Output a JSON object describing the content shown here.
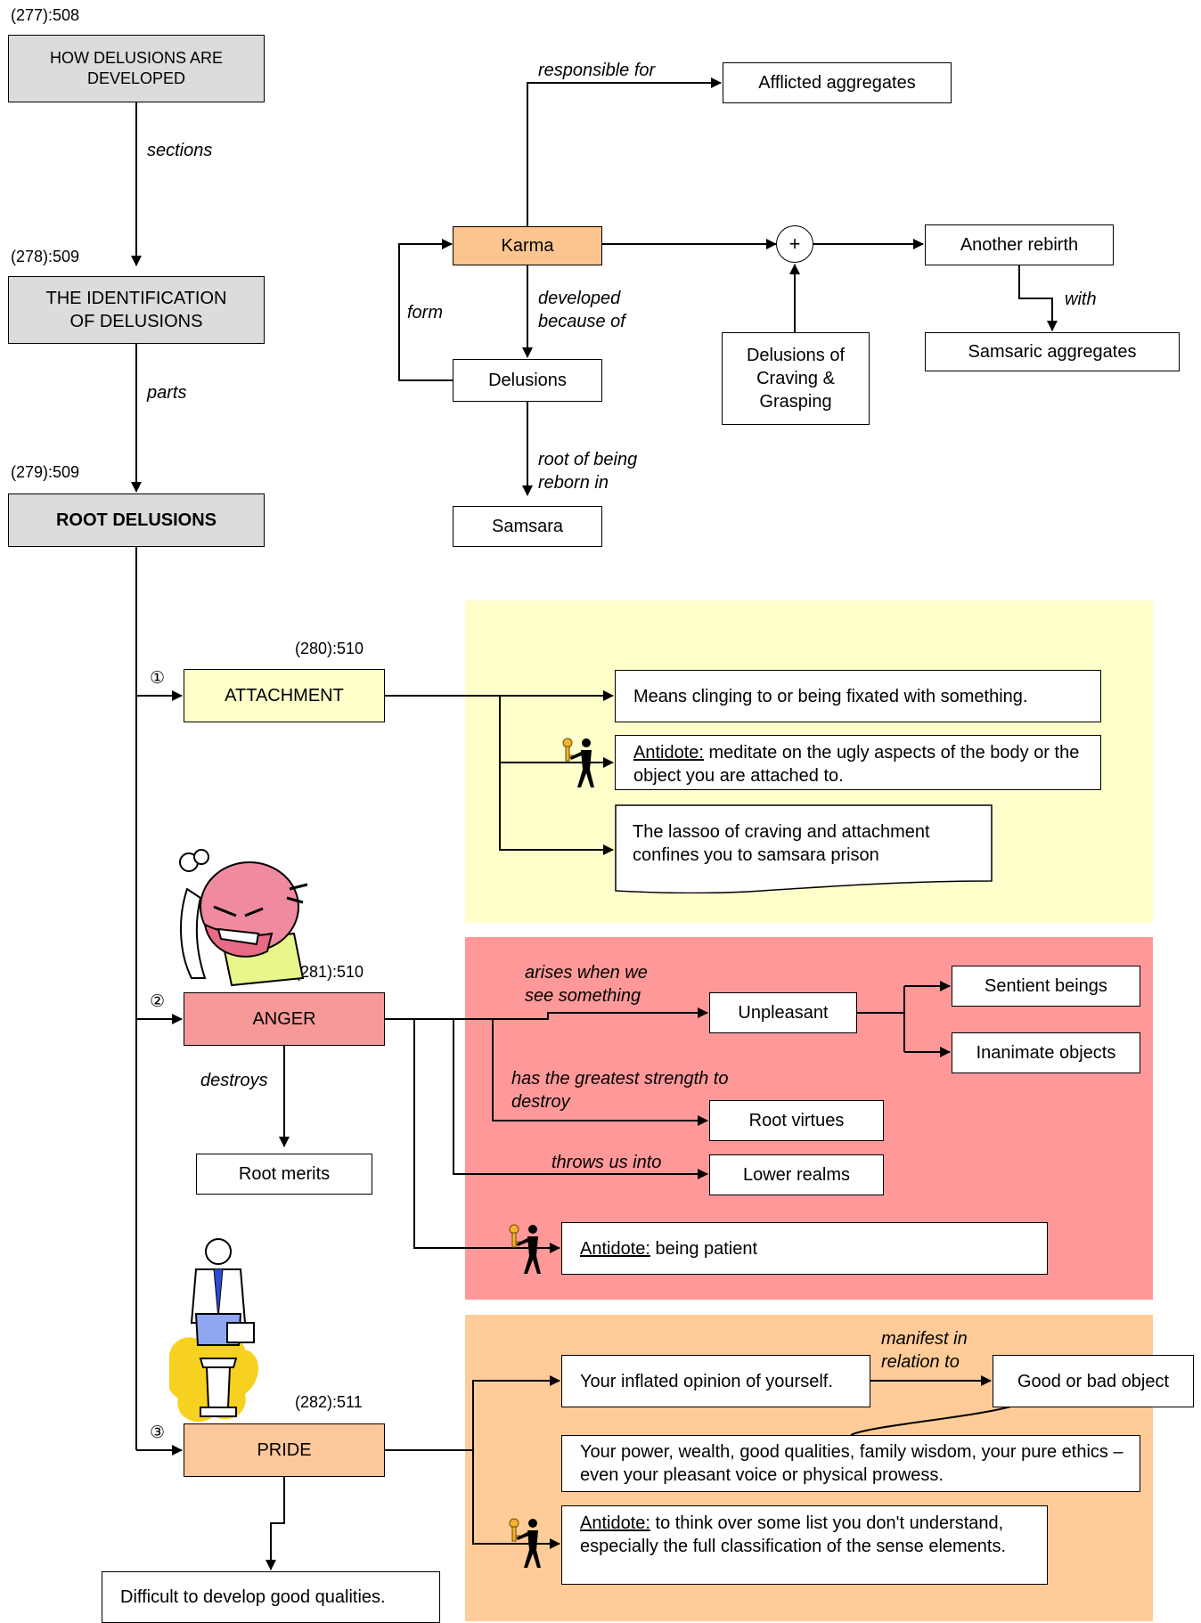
{
  "refs": {
    "r277": "(277):508",
    "r278": "(278):509",
    "r279": "(279):509",
    "r280": "(280):510",
    "r281": "(281):510",
    "r282": "(282):511"
  },
  "boxes": {
    "how": "HOW DELUSIONS ARE DEVELOPED",
    "identification": "THE IDENTIFICATION OF DELUSIONS",
    "root": "ROOT DELUSIONS",
    "afflicted": "Afflicted aggregates",
    "karma": "Karma",
    "another_rebirth": "Another rebirth",
    "samsaric": "Samsaric aggregates",
    "delusions": "Delusions",
    "craving": "Delusions of Craving & Grasping",
    "samsara": "Samsara",
    "attachment": "ATTACHMENT",
    "att_means": "Means clinging to or being fixated with something.",
    "att_antidote_head": "Antidote:",
    "att_antidote_text": " meditate on the ugly aspects of the body or the object you are attached to.",
    "att_lassoo": "The lassoo of craving and attachment confines you to samsara prison",
    "anger": "ANGER",
    "unpleasant": "Unpleasant",
    "sentient": "Sentient beings",
    "inanimate": "Inanimate objects",
    "root_virtues": "Root virtues",
    "lower_realms": "Lower realms",
    "root_merits": "Root merits",
    "anger_antidote_head": "Antidote:",
    "anger_antidote_text": " being patient",
    "pride": "PRIDE",
    "inflated": "Your inflated opinion of yourself.",
    "good_bad": "Good or bad object",
    "power": "Your power, wealth, good qualities, family wisdom, your pure ethics – even your pleasant voice or physical prowess.",
    "pride_antidote_head": "Antidote:",
    "pride_antidote_text": " to think over some list you don't understand, especially the full classification of the sense elements.",
    "difficult": "Difficult to develop good qualities."
  },
  "labels": {
    "sections": "sections",
    "parts": "parts",
    "responsible_for": "responsible for",
    "form": "form",
    "developed_because_of": "developed because of",
    "root_of_being_reborn_in": "root of being reborn in",
    "with": "with",
    "arises_when": "arises when we see something",
    "greatest_strength": "has the greatest strength to destroy",
    "throws_us_into": "throws us into",
    "destroys": "destroys",
    "manifest_in": "manifest in relation to"
  },
  "markers": {
    "one": "①",
    "two": "②",
    "three": "③",
    "plus": "+"
  },
  "colors": {
    "attachment_panel": "#ffffcc",
    "anger_panel": "#ff9999",
    "pride_panel": "#ffcc99",
    "gray_box": "#dcdcdc",
    "karma_box": "#fcc58f"
  }
}
